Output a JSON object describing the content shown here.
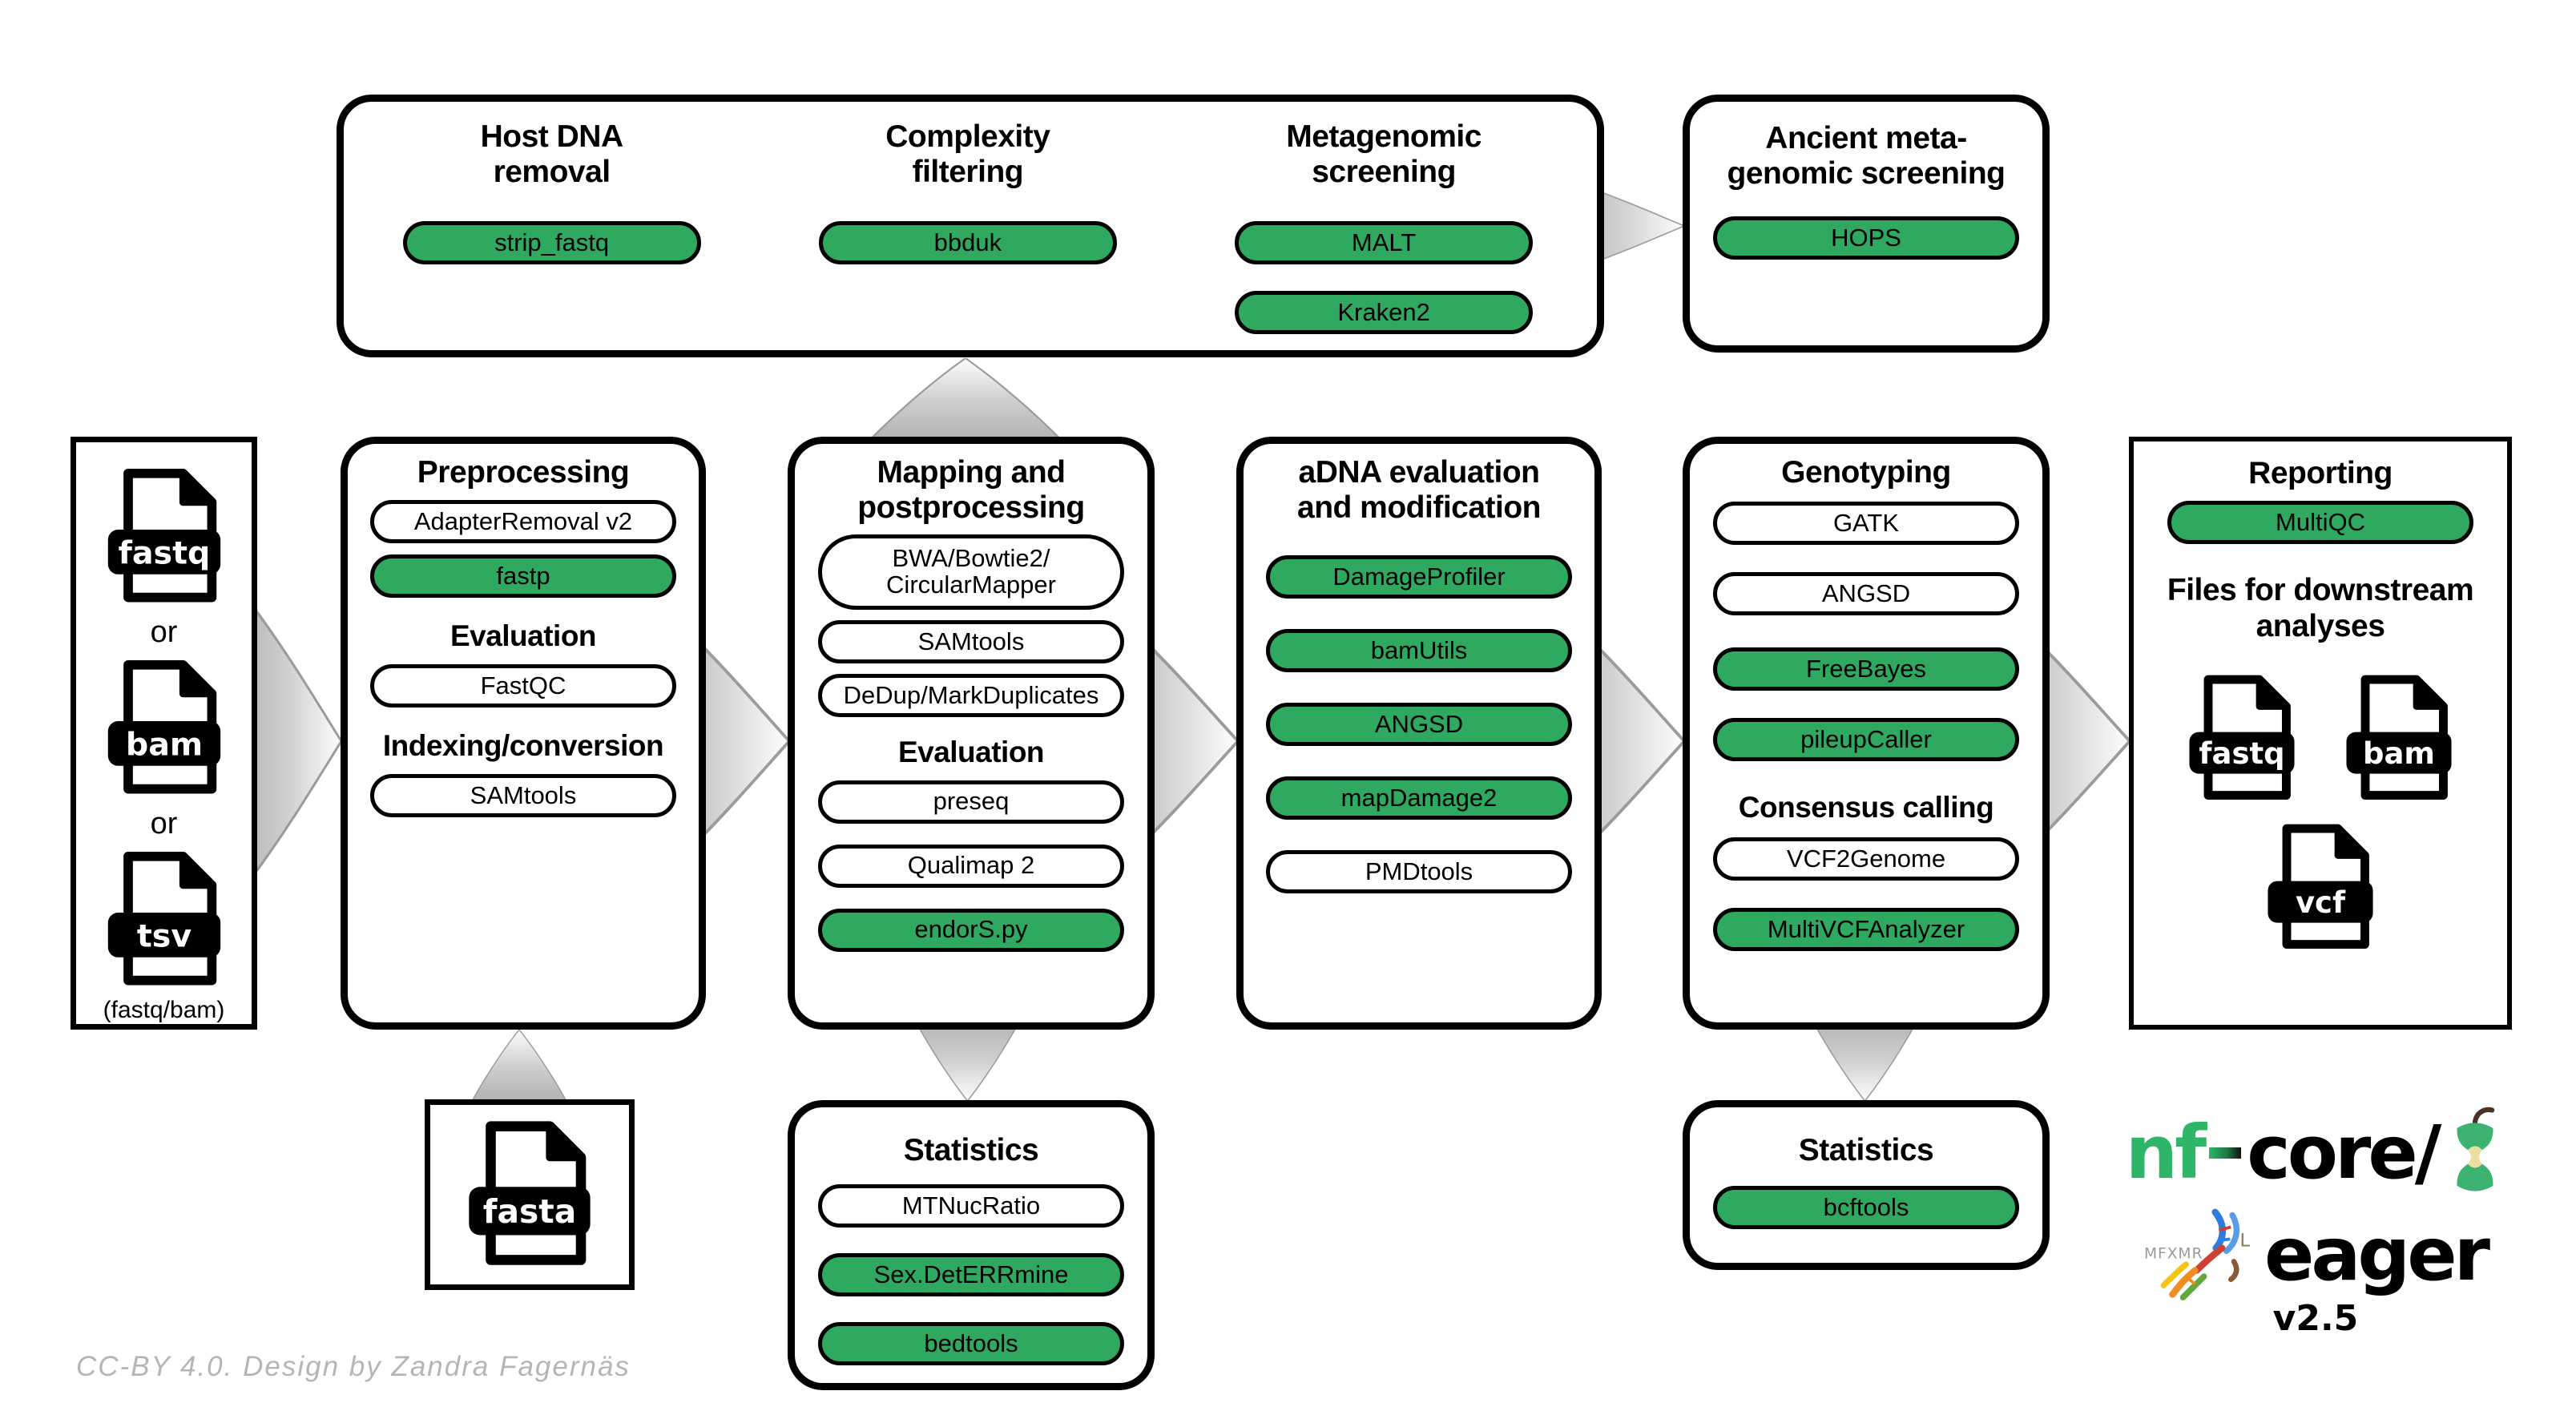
{
  "colors": {
    "pill_green": "#2ea95f",
    "logo_green": "#2fb568",
    "outline_black": "#000000",
    "arrow_gray": "#8f8f8f",
    "credit_gray": "#b5b5b5"
  },
  "top_box": {
    "sections": [
      {
        "heading": [
          "Host DNA",
          "removal"
        ],
        "pills": [
          {
            "label": "strip_fastq",
            "variant": "green"
          }
        ]
      },
      {
        "heading": [
          "Complexity",
          "filtering"
        ],
        "pills": [
          {
            "label": "bbduk",
            "variant": "green"
          }
        ]
      },
      {
        "heading": [
          "Metagenomic",
          "screening"
        ],
        "pills": [
          {
            "label": "MALT",
            "variant": "green"
          },
          {
            "label": "Kraken2",
            "variant": "green"
          }
        ]
      }
    ]
  },
  "ancient_box": {
    "heading": [
      "Ancient meta-",
      "genomic screening"
    ],
    "pills": [
      {
        "label": "HOPS",
        "variant": "green"
      }
    ]
  },
  "input_box": {
    "files": [
      {
        "label": "fastq"
      },
      {
        "label": "bam"
      },
      {
        "label": "tsv"
      }
    ],
    "separator": "or",
    "note": "(fastq/bam)"
  },
  "preprocessing": {
    "title": "Preprocessing",
    "pills1": [
      {
        "label": "AdapterRemoval v2",
        "variant": "white"
      },
      {
        "label": "fastp",
        "variant": "green"
      }
    ],
    "subhead1": "Evaluation",
    "pills2": [
      {
        "label": "FastQC",
        "variant": "white"
      }
    ],
    "subhead2": "Indexing/conversion",
    "pills3": [
      {
        "label": "SAMtools",
        "variant": "white"
      }
    ]
  },
  "mapping": {
    "title": [
      "Mapping and",
      "postprocessing"
    ],
    "pill_mapper": {
      "label": [
        "BWA/Bowtie2/",
        "CircularMapper"
      ],
      "variant": "white"
    },
    "pills1": [
      {
        "label": "SAMtools",
        "variant": "white"
      },
      {
        "label": "DeDup/MarkDuplicates",
        "variant": "white"
      }
    ],
    "subhead": "Evaluation",
    "pills2": [
      {
        "label": "preseq",
        "variant": "white"
      },
      {
        "label": "Qualimap 2",
        "variant": "white"
      },
      {
        "label": "endorS.py",
        "variant": "green"
      }
    ]
  },
  "adna": {
    "title": [
      "aDNA evaluation",
      "and modification"
    ],
    "pills": [
      {
        "label": "DamageProfiler",
        "variant": "green"
      },
      {
        "label": "bamUtils",
        "variant": "green"
      },
      {
        "label": "ANGSD",
        "variant": "green"
      },
      {
        "label": "mapDamage2",
        "variant": "green"
      },
      {
        "label": "PMDtools",
        "variant": "white"
      }
    ]
  },
  "genotyping": {
    "title": "Genotyping",
    "pills1": [
      {
        "label": "GATK",
        "variant": "white"
      },
      {
        "label": "ANGSD",
        "variant": "white"
      },
      {
        "label": "FreeBayes",
        "variant": "green"
      },
      {
        "label": "pileupCaller",
        "variant": "green"
      }
    ],
    "subhead": "Consensus calling",
    "pills2": [
      {
        "label": "VCF2Genome",
        "variant": "white"
      },
      {
        "label": "MultiVCFAnalyzer",
        "variant": "green"
      }
    ]
  },
  "reporting": {
    "title": "Reporting",
    "pill": {
      "label": "MultiQC",
      "variant": "green"
    },
    "subhead": [
      "Files for downstream",
      "analyses"
    ],
    "files": [
      {
        "label": "fastq"
      },
      {
        "label": "bam"
      },
      {
        "label": "vcf"
      }
    ]
  },
  "fasta_box": {
    "file": "fasta"
  },
  "stats_mapping": {
    "title": "Statistics",
    "pills": [
      {
        "label": "MTNucRatio",
        "variant": "white"
      },
      {
        "label": "Sex.DetERRmine",
        "variant": "green"
      },
      {
        "label": "bedtools",
        "variant": "green"
      }
    ]
  },
  "stats_genotyping": {
    "title": "Statistics",
    "pills": [
      {
        "label": "bcftools",
        "variant": "green"
      }
    ]
  },
  "logo": {
    "nf": "nf",
    "core": "core/",
    "eager": "eager",
    "version": "v2.5",
    "runes": "MFXMR",
    "rune_l": "L"
  },
  "credit": "CC-BY 4.0. Design by Zandra Fagernäs"
}
